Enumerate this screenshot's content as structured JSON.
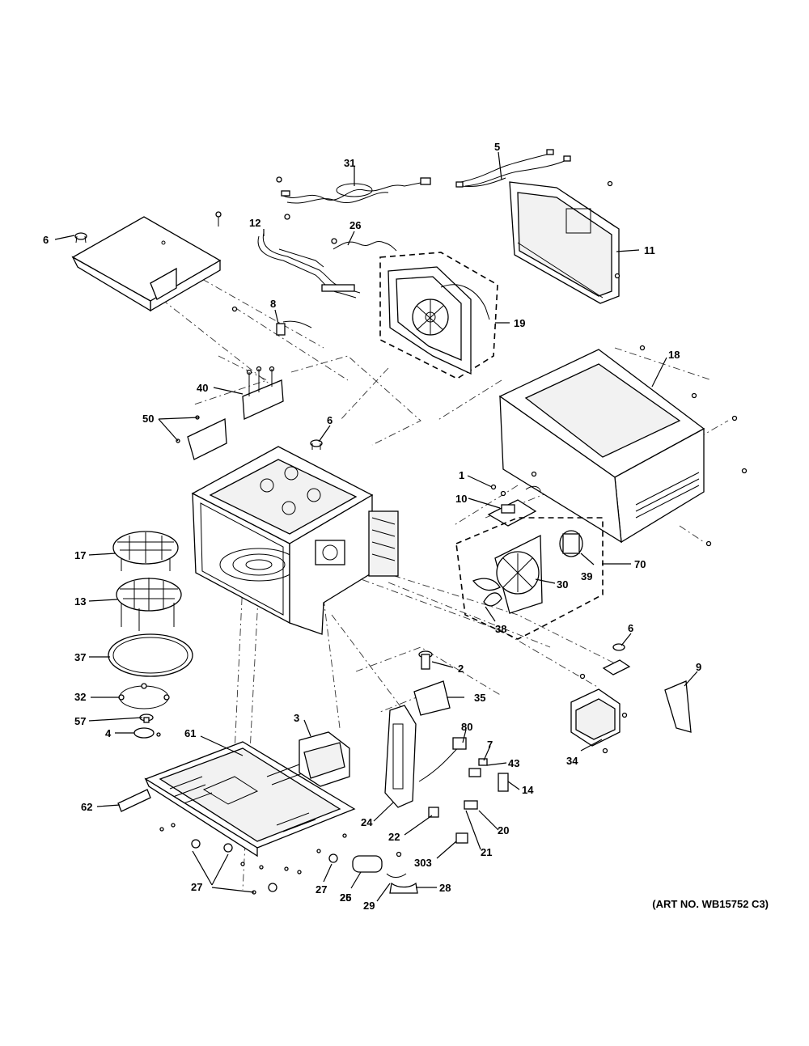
{
  "art_number": "(ART NO. WB15752 C3)",
  "callouts": [
    "1",
    "2",
    "3",
    "4",
    "5",
    "6",
    "6",
    "6",
    "7",
    "8",
    "9",
    "10",
    "11",
    "12",
    "13",
    "14",
    "17",
    "18",
    "19",
    "20",
    "21",
    "22",
    "24",
    "25",
    "26",
    "27",
    "27",
    "27",
    "28",
    "29",
    "30",
    "31",
    "32",
    "34",
    "35",
    "37",
    "38",
    "39",
    "40",
    "43",
    "50",
    "57",
    "61",
    "62",
    "70",
    "80",
    "303"
  ]
}
